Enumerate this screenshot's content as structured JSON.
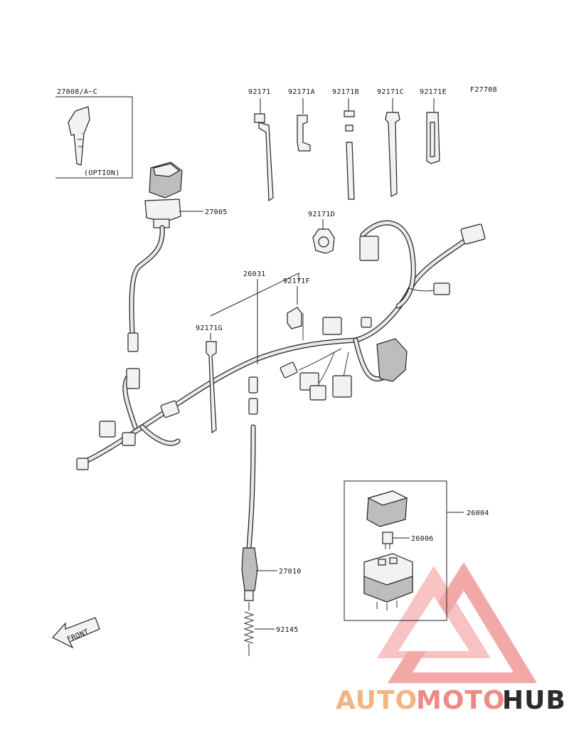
{
  "figure_code": "F27708",
  "labels": {
    "key": "27008/A~C",
    "option": "(OPTION)",
    "switch": "27005",
    "tie_92171": "92171",
    "tie_92171A": "92171A",
    "tie_92171B": "92171B",
    "tie_92171C": "92171C",
    "tie_92171E": "92171E",
    "clamp_92171D": "92171D",
    "harness": "26031",
    "clip_92171F": "92171F",
    "tie_92171G": "92171G",
    "relay_box": "26004",
    "fuse": "26006",
    "sensor": "27010",
    "spring": "92145"
  },
  "front_arrow": "FRONT",
  "watermark": {
    "text_a": "AUTO",
    "text_b": "MOTO",
    "text_c": "HUB",
    "color_a": "#f3b483",
    "color_b": "#ee8a85",
    "color_c": "#2b2b2b",
    "logo_color": "#f08b8b"
  }
}
